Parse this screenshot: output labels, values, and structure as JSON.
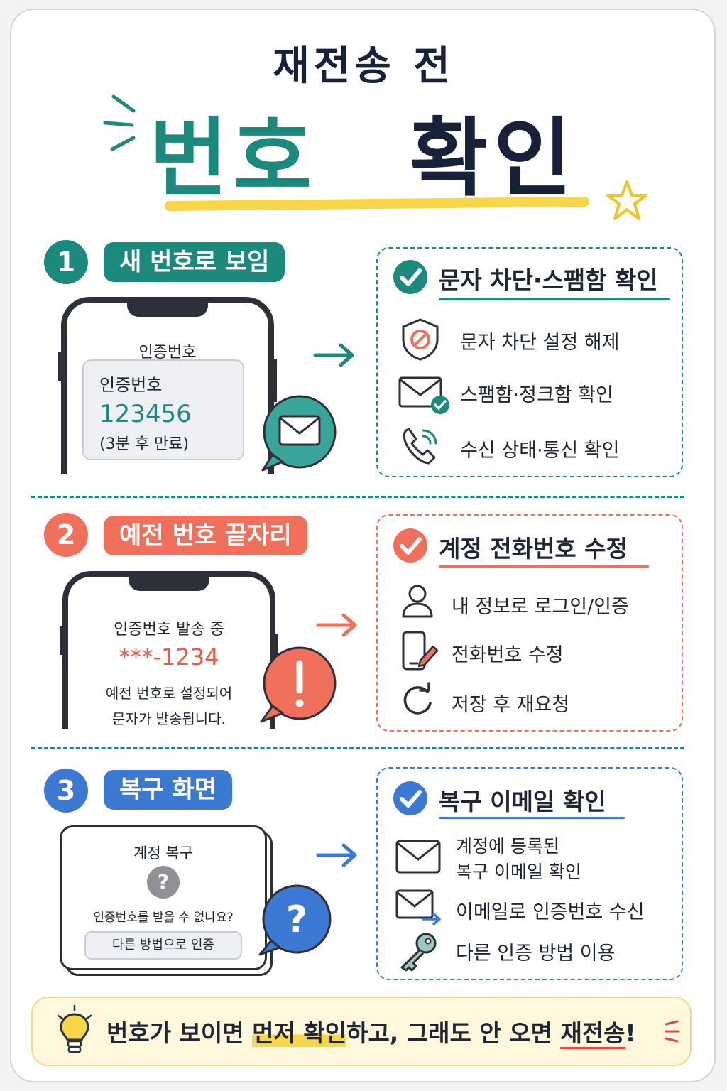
{
  "title": {
    "line1": "재전송 전",
    "line2_a": "번호",
    "line2_b": "확인"
  },
  "colors": {
    "teal": "#1b8a7c",
    "red": "#f0705c",
    "blue": "#3b79d3",
    "yellow": "#f7d64a",
    "dark": "#18213a"
  },
  "sections": [
    {
      "number": "1",
      "label": "새 번호로 보임",
      "phone": {
        "header": "인증번호",
        "msg_title": "인증번호",
        "code": "123456",
        "expiry": "(3분 후 만료)",
        "bubble_icon": "mail-icon"
      },
      "box": {
        "heading": "문자 차단·스팸함 확인",
        "items": [
          {
            "icon": "shield-block-icon",
            "text": "문자 차단 설정 해제"
          },
          {
            "icon": "mail-check-icon",
            "text": "스팸함·정크함 확인"
          },
          {
            "icon": "phone-signal-icon",
            "text": "수신 상태·통신 확인"
          }
        ]
      }
    },
    {
      "number": "2",
      "label": "예전 번호 끝자리",
      "phone": {
        "header": "인증번호 발송 중",
        "code": "***-1234",
        "line1": "예전 번호로 설정되어",
        "line2": "문자가 발송됩니다.",
        "bubble_icon": "exclamation-icon"
      },
      "box": {
        "heading": "계정 전화번호 수정",
        "items": [
          {
            "icon": "user-icon",
            "text": "내 정보로 로그인/인증"
          },
          {
            "icon": "phone-edit-icon",
            "text": "전화번호 수정"
          },
          {
            "icon": "refresh-icon",
            "text": "저장 후 재요청"
          }
        ]
      }
    },
    {
      "number": "3",
      "label": "복구 화면",
      "screen": {
        "header": "계정 복구",
        "question": "인증번호를 받을 수 없나요?",
        "button": "다른 방법으로 인증",
        "bubble_icon": "question-icon"
      },
      "box": {
        "heading": "복구 이메일 확인",
        "items": [
          {
            "icon": "mail-icon",
            "text_1": "계정에 등록된",
            "text_2": "복구 이메일 확인"
          },
          {
            "icon": "mail-forward-icon",
            "text": "이메일로 인증번호 수신"
          },
          {
            "icon": "key-icon",
            "text": "다른 인증 방법 이용"
          }
        ]
      }
    }
  ],
  "tip": {
    "icon": "lightbulb-icon",
    "part1": "번호가 보이면 ",
    "highlight": "먼저 확인",
    "part2": "하고, 그래도 안 오면 ",
    "emphasis": "재전송",
    "end": "!"
  }
}
